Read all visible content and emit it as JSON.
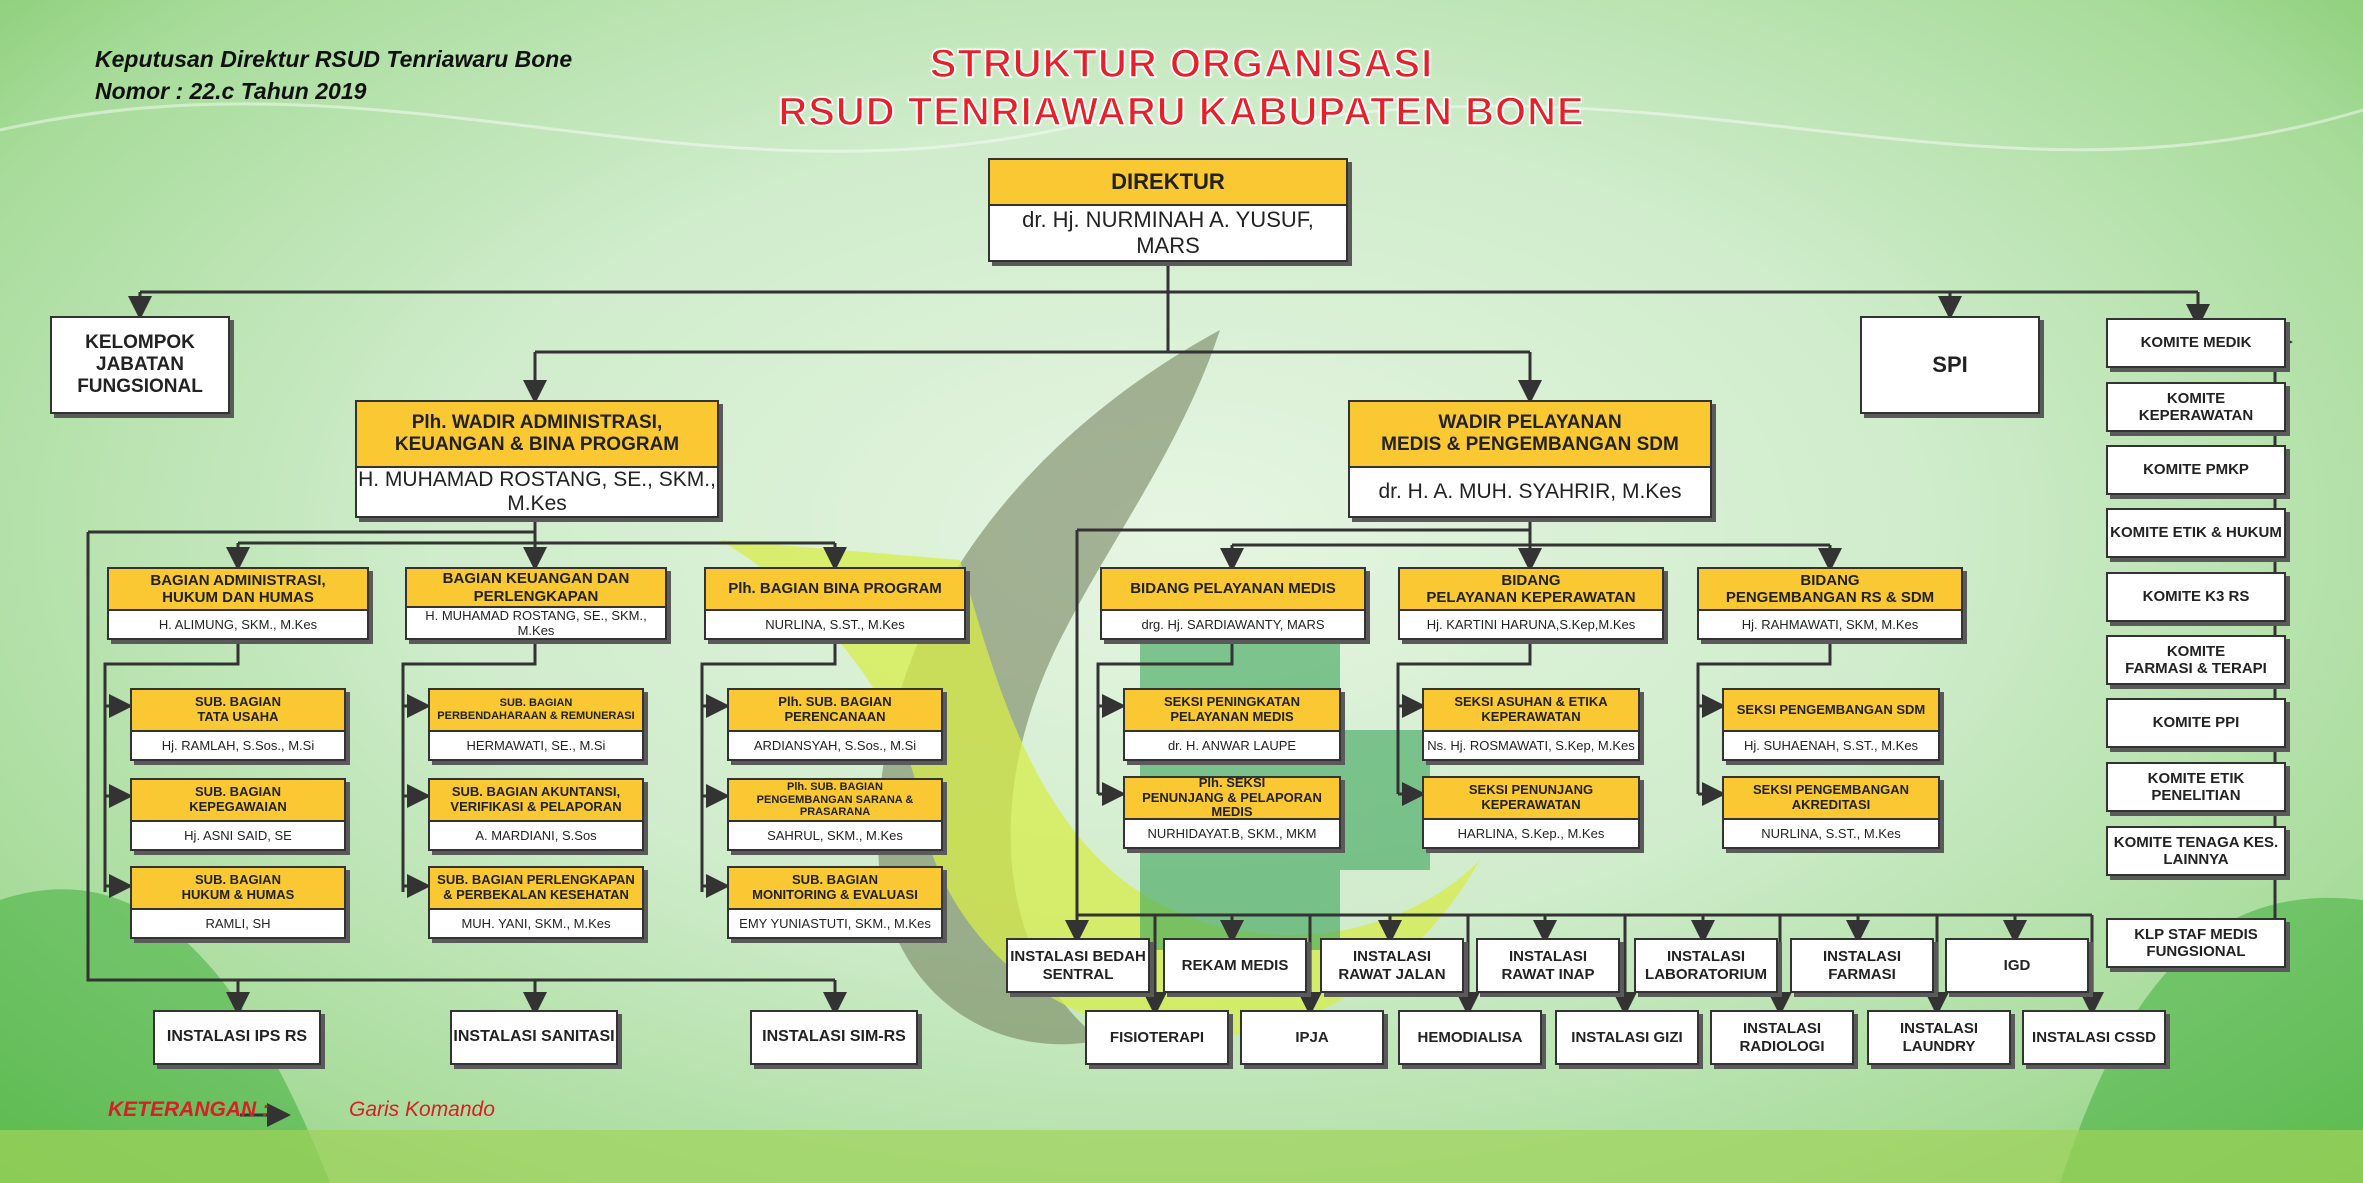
{
  "header": {
    "decree_line1": "Keputusan Direktur RSUD Tenriawaru Bone",
    "decree_line2": "Nomor : 22.c Tahun 2019",
    "title_line1": "STRUKTUR ORGANISASI",
    "title_line2": "RSUD TENRIAWARU KABUPATEN BONE"
  },
  "direktur": {
    "title": "DIREKTUR",
    "name": "dr. Hj. NURMINAH A. YUSUF, MARS"
  },
  "kelompok": "KELOMPOK\nJABATAN\nFUNGSIONAL",
  "spi": "SPI",
  "komite": [
    "KOMITE MEDIK",
    "KOMITE KEPERAWATAN",
    "KOMITE PMKP",
    "KOMITE ETIK & HUKUM",
    "KOMITE K3 RS",
    "KOMITE\nFARMASI & TERAPI",
    "KOMITE PPI",
    "KOMITE ETIK\nPENELITIAN",
    "KOMITE TENAGA KES.\nLAINNYA"
  ],
  "klp_staf_medis": "KLP STAF MEDIS\nFUNGSIONAL",
  "wadir_admin": {
    "title": "Plh. WADIR ADMINISTRASI,\nKEUANGAN & BINA PROGRAM",
    "name": "H. MUHAMAD ROSTANG, SE., SKM., M.Kes"
  },
  "wadir_pelayanan": {
    "title": "WADIR PELAYANAN\nMEDIS & PENGEMBANGAN SDM",
    "name": "dr. H. A. MUH. SYAHRIR, M.Kes"
  },
  "bagian": [
    {
      "title": "BAGIAN ADMINISTRASI,\nHUKUM DAN HUMAS",
      "name": "H. ALIMUNG, SKM., M.Kes"
    },
    {
      "title": "BAGIAN KEUANGAN DAN\nPERLENGKAPAN",
      "name": "H. MUHAMAD ROSTANG, SE., SKM., M.Kes"
    },
    {
      "title": "Plh. BAGIAN BINA PROGRAM",
      "name": "NURLINA, S.ST., M.Kes"
    }
  ],
  "subbagian": [
    {
      "title": "SUB. BAGIAN\nTATA USAHA",
      "name": "Hj. RAMLAH, S.Sos., M.Si"
    },
    {
      "title": "SUB. BAGIAN\nKEPEGAWAIAN",
      "name": "Hj. ASNI SAID, SE"
    },
    {
      "title": "SUB. BAGIAN\nHUKUM & HUMAS",
      "name": "RAMLI, SH"
    },
    {
      "title": "SUB. BAGIAN\nPERBENDAHARAAN & REMUNERASI",
      "name": "HERMAWATI, SE., M.Si"
    },
    {
      "title": "SUB. BAGIAN AKUNTANSI,\nVERIFIKASI & PELAPORAN",
      "name": "A. MARDIANI, S.Sos"
    },
    {
      "title": "SUB. BAGIAN PERLENGKAPAN\n& PERBEKALAN KESEHATAN",
      "name": "MUH. YANI, SKM., M.Kes"
    },
    {
      "title": "Plh. SUB. BAGIAN\nPERENCANAAN",
      "name": "ARDIANSYAH, S.Sos., M.Si"
    },
    {
      "title": "Plh. SUB. BAGIAN\nPENGEMBANGAN SARANA & PRASARANA",
      "name": "SAHRUL, SKM., M.Kes"
    },
    {
      "title": "SUB. BAGIAN\nMONITORING & EVALUASI",
      "name": "EMY YUNIASTUTI, SKM., M.Kes"
    }
  ],
  "bidang": [
    {
      "title": "BIDANG PELAYANAN MEDIS",
      "name": "drg. Hj. SARDIAWANTY, MARS"
    },
    {
      "title": "BIDANG\nPELAYANAN KEPERAWATAN",
      "name": "Hj. KARTINI HARUNA,S.Kep,M.Kes"
    },
    {
      "title": "BIDANG\nPENGEMBANGAN RS & SDM",
      "name": "Hj. RAHMAWATI, SKM, M.Kes"
    }
  ],
  "seksi": [
    {
      "title": "SEKSI PENINGKATAN\nPELAYANAN MEDIS",
      "name": "dr. H. ANWAR LAUPE"
    },
    {
      "title": "Plh. SEKSI\nPENUNJANG & PELAPORAN MEDIS",
      "name": "NURHIDAYAT.B, SKM., MKM"
    },
    {
      "title": "SEKSI ASUHAN & ETIKA\nKEPERAWATAN",
      "name": "Ns. Hj. ROSMAWATI, S.Kep, M.Kes"
    },
    {
      "title": "SEKSI PENUNJANG\nKEPERAWATAN",
      "name": "HARLINA, S.Kep., M.Kes"
    },
    {
      "title": "SEKSI PENGEMBANGAN SDM",
      "name": "Hj. SUHAENAH, S.ST., M.Kes"
    },
    {
      "title": "SEKSI PENGEMBANGAN\nAKREDITASI",
      "name": "NURLINA, S.ST., M.Kes"
    }
  ],
  "instalasi_admin": [
    "INSTALASI IPS RS",
    "INSTALASI SANITASI",
    "INSTALASI SIM-RS"
  ],
  "instalasi_pelayanan_row1": [
    "INSTALASI BEDAH\nSENTRAL",
    "REKAM MEDIS",
    "INSTALASI\nRAWAT JALAN",
    "INSTALASI\nRAWAT INAP",
    "INSTALASI\nLABORATORIUM",
    "INSTALASI\nFARMASI",
    "IGD"
  ],
  "instalasi_pelayanan_row2": [
    "FISIOTERAPI",
    "IPJA",
    "HEMODIALISA",
    "INSTALASI GIZI",
    "INSTALASI\nRADIOLOGI",
    "INSTALASI\nLAUNDRY",
    "INSTALASI CSSD"
  ],
  "legend": {
    "label": "KETERANGAN :",
    "text": "Garis Komando"
  },
  "colors": {
    "title_red": "#e5202a",
    "header_yellow": "#f9c832",
    "line": "#333333",
    "legend_red": "#d81f26"
  }
}
